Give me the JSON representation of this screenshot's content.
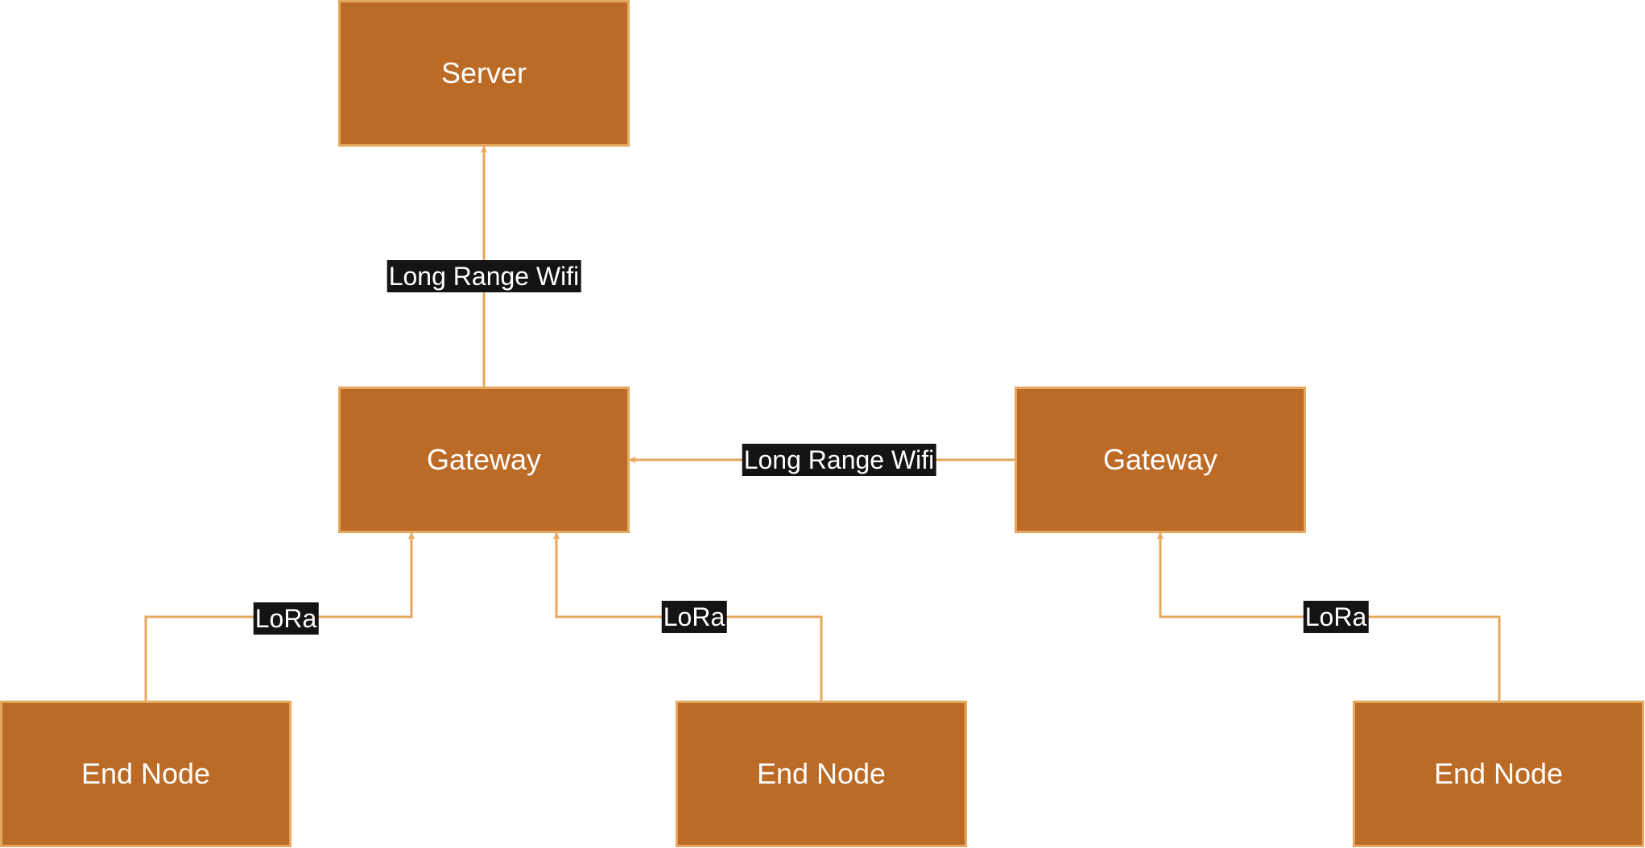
{
  "nodes": {
    "server": "Server",
    "gateway_left": "Gateway",
    "gateway_right": "Gateway",
    "end_node_left": "End Node",
    "end_node_middle": "End Node",
    "end_node_right": "End Node"
  },
  "edges": {
    "gateway_to_server": "Long Range Wifi",
    "gateway_to_gateway": "Long Range Wifi",
    "end_node_left_to_gateway": "LoRa",
    "end_node_middle_to_gateway": "LoRa",
    "end_node_right_to_gateway": "LoRa"
  },
  "colors": {
    "node_fill": "#bc6b26",
    "node_stroke": "#e6a75e",
    "connector": "#e6a75e",
    "label_background": "#141414",
    "text": "#ffffff"
  }
}
